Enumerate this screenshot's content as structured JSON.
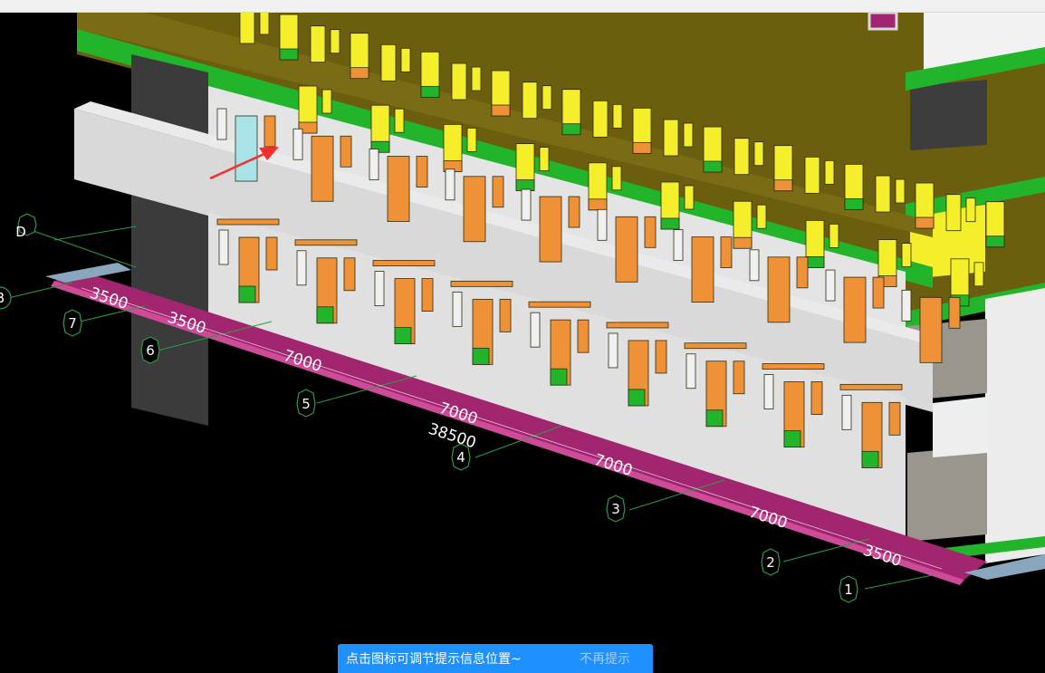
{
  "viewport": {
    "grid_axes": [
      "D",
      "B",
      "7",
      "6",
      "5",
      "4",
      "3",
      "2",
      "1"
    ],
    "dimensions": [
      "3500",
      "3500",
      "7000",
      "7000",
      "38500",
      "7000",
      "7000",
      "3500"
    ],
    "colors": {
      "background": "#000000",
      "olive": "#6b5e0e",
      "green_band": "#22b52b",
      "white_wall": "#d8d8d8",
      "window_yellow": "#f5ee2a",
      "door_orange": "#ef9237",
      "magenta_slab": "#a1266f",
      "annotation_arrow": "#ff2a2a"
    }
  },
  "tip_bar": {
    "message": "点击图标可调节提示信息位置~",
    "dismiss_label": "不再提示"
  }
}
